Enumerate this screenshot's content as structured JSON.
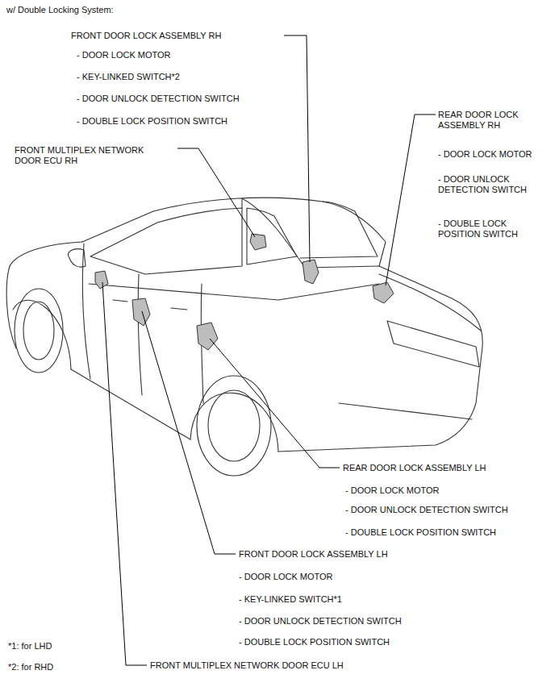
{
  "diagram": {
    "title": "w/ Double Locking System:",
    "labels": [
      "FRONT DOOR LOCK ASSEMBLY RH",
      "- DOOR LOCK MOTOR",
      "- KEY-LINKED SWITCH*2",
      "- DOOR UNLOCK DETECTION SWITCH",
      "- DOUBLE LOCK POSITION SWITCH",
      "REAR DOOR LOCK ASSEMBLY RH",
      "FRONT MULTIPLEX NETWORK DOOR ECU RH",
      "- DOOR LOCK MOTOR",
      "- DOOR UNLOCK DETECTION SWITCH",
      "- DOUBLE LOCK POSITION SWITCH",
      "REAR DOOR LOCK ASSEMBLY LH",
      "- DOOR LOCK MOTOR",
      "- DOOR UNLOCK DETECTION SWITCH",
      "- DOUBLE LOCK POSITION SWITCH",
      "FRONT DOOR LOCK ASSEMBLY LH",
      "- DOOR LOCK MOTOR",
      "- KEY-LINKED SWITCH*1",
      "- DOOR UNLOCK DETECTION SWITCH",
      "- DOUBLE LOCK POSITION SWITCH",
      "*1: for LHD",
      "*2: for RHD",
      "FRONT MULTIPLEX NETWORK DOOR ECU LH"
    ]
  }
}
